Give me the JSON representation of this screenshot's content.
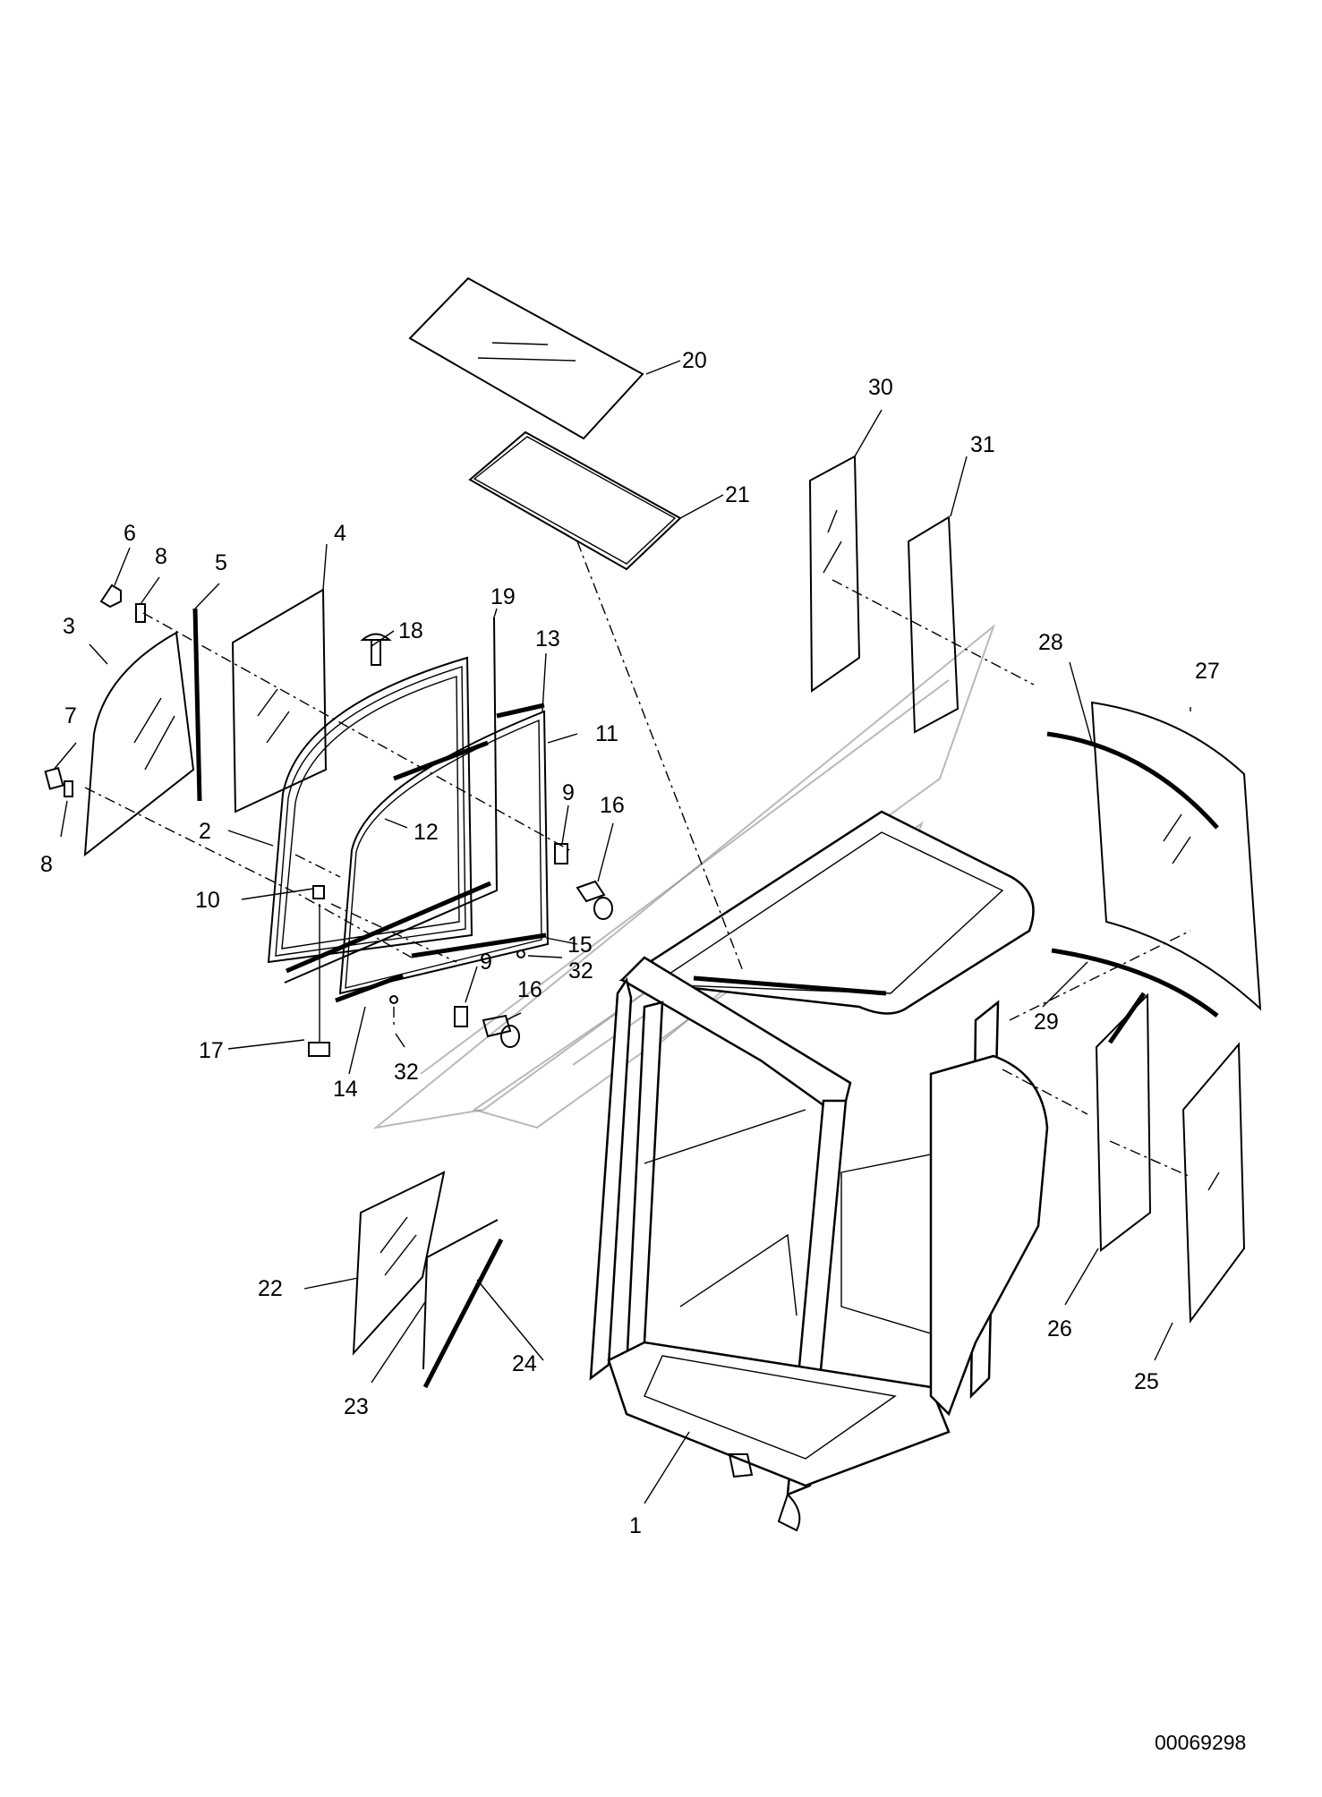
{
  "document_number": "00069298",
  "callouts": [
    {
      "id": "20",
      "label": "20"
    },
    {
      "id": "21",
      "label": "21"
    },
    {
      "id": "30",
      "label": "30"
    },
    {
      "id": "31",
      "label": "31"
    },
    {
      "id": "6",
      "label": "6"
    },
    {
      "id": "8a",
      "label": "8"
    },
    {
      "id": "5",
      "label": "5"
    },
    {
      "id": "4",
      "label": "4"
    },
    {
      "id": "3",
      "label": "3"
    },
    {
      "id": "19",
      "label": "19"
    },
    {
      "id": "18",
      "label": "18"
    },
    {
      "id": "13",
      "label": "13"
    },
    {
      "id": "28",
      "label": "28"
    },
    {
      "id": "27",
      "label": "27"
    },
    {
      "id": "7",
      "label": "7"
    },
    {
      "id": "11",
      "label": "11"
    },
    {
      "id": "9a",
      "label": "9"
    },
    {
      "id": "16a",
      "label": "16"
    },
    {
      "id": "2",
      "label": "2"
    },
    {
      "id": "12",
      "label": "12"
    },
    {
      "id": "8b",
      "label": "8"
    },
    {
      "id": "15",
      "label": "15"
    },
    {
      "id": "10",
      "label": "10"
    },
    {
      "id": "32a",
      "label": "32"
    },
    {
      "id": "9b",
      "label": "9"
    },
    {
      "id": "16b",
      "label": "16"
    },
    {
      "id": "29",
      "label": "29"
    },
    {
      "id": "17",
      "label": "17"
    },
    {
      "id": "32b",
      "label": "32"
    },
    {
      "id": "14",
      "label": "14"
    },
    {
      "id": "22",
      "label": "22"
    },
    {
      "id": "26",
      "label": "26"
    },
    {
      "id": "24",
      "label": "24"
    },
    {
      "id": "23",
      "label": "23"
    },
    {
      "id": "25",
      "label": "25"
    },
    {
      "id": "1",
      "label": "1"
    }
  ]
}
